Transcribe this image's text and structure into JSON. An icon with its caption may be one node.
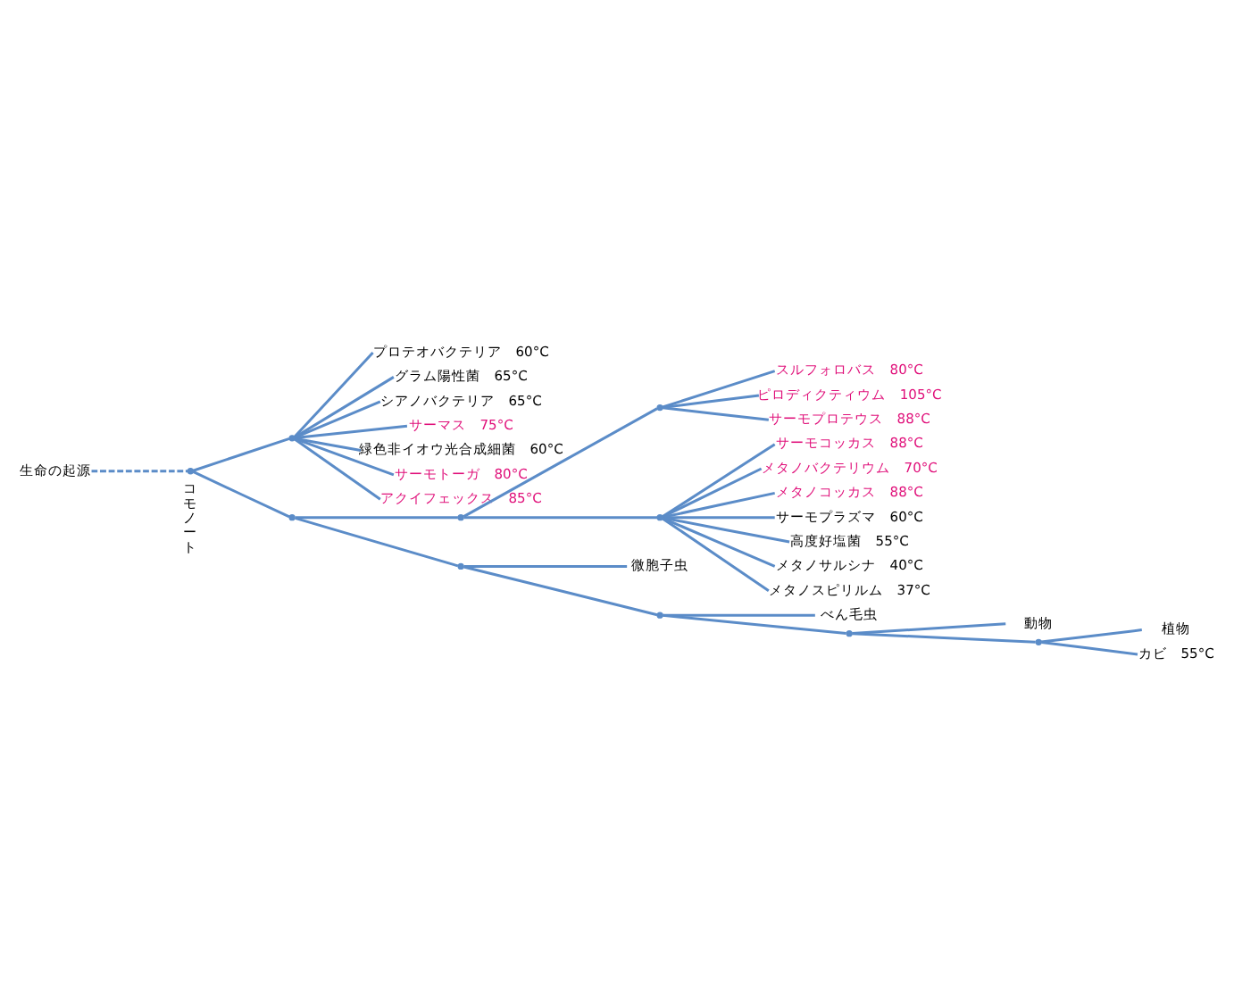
{
  "diagram": {
    "nodes": [
      {
        "text": [
          "生命の起源"
        ]
      },
      {
        "text": [],
        "shape": "point",
        "beside": [
          "コモノート"
        ]
      },
      {
        "text": [],
        "shape": "point"
      },
      {
        "text": [
          "プロテオバクテリア　60°C"
        ]
      },
      {
        "text": [
          "グラム陽性菌　65°C"
        ]
      },
      {
        "text": [
          "シアノバクテリア　65°C"
        ]
      },
      {
        "text": [
          "サーマス　75°C"
        ]
      },
      {
        "text": [
          "緑色非イオウ光合成細菌　60°C"
        ]
      },
      {
        "text": [
          "サーモトーガ　80°C"
        ]
      },
      {
        "text": [
          "アクイフェックス　85°C"
        ]
      },
      {
        "text": [],
        "shape": "point"
      },
      {
        "text": [],
        "shape": "point"
      },
      {
        "text": [],
        "shape": "point"
      },
      {
        "text": [
          "スルフォロバス　80°C"
        ]
      },
      {
        "text": [
          "ピロディクティウム　105°C"
        ]
      },
      {
        "text": [
          "サーモプロテウス　88°C"
        ]
      },
      {
        "text": [],
        "shape": "point"
      },
      {
        "text": [
          "サーモコッカス　88°C"
        ]
      },
      {
        "text": [
          "メタノバクテリウム　70°C"
        ]
      },
      {
        "text": [
          "メタノコッカス　88°C"
        ]
      },
      {
        "text": [
          "サーモプラズマ　60°C"
        ]
      },
      {
        "text": [
          "高度好塩菌　55°C"
        ]
      },
      {
        "text": [
          "メタノサルシナ　40°C"
        ]
      },
      {
        "text": [
          "メタノスピリルム　37°C"
        ]
      },
      {
        "text": [],
        "shape": "point"
      },
      {
        "text": [
          "微胞子虫"
        ]
      },
      {
        "text": [],
        "shape": "point"
      },
      {
        "text": [
          "べん毛虫"
        ]
      },
      {
        "text": [],
        "shape": "point"
      },
      {
        "text": [
          "動物"
        ]
      },
      {
        "text": [],
        "shape": "point"
      },
      {
        "text": [
          "植物"
        ]
      },
      {
        "text": [
          "カビ　55°C"
        ]
      }
    ],
    "edges": [
      {
        "from": 0,
        "to": 1,
        "arrow": "none",
        "style": "dashed"
      },
      {
        "from": 1,
        "to": 2,
        "arrow": "none"
      },
      {
        "from": 2,
        "to": 3,
        "arrow": "none"
      },
      {
        "from": 2,
        "to": 4,
        "arrow": "none"
      },
      {
        "from": 2,
        "to": 5,
        "arrow": "none"
      },
      {
        "from": 2,
        "to": 6,
        "arrow": "none"
      },
      {
        "from": 2,
        "to": 7,
        "arrow": "none"
      },
      {
        "from": 2,
        "to": 8,
        "arrow": "none"
      },
      {
        "from": 2,
        "to": 9,
        "arrow": "none"
      },
      {
        "from": 1,
        "to": 10,
        "arrow": "none"
      },
      {
        "from": 10,
        "to": 11,
        "arrow": "none"
      },
      {
        "from": 11,
        "to": 12,
        "arrow": "none"
      },
      {
        "from": 12,
        "to": 13,
        "arrow": "none"
      },
      {
        "from": 12,
        "to": 14,
        "arrow": "none"
      },
      {
        "from": 12,
        "to": 15,
        "arrow": "none"
      },
      {
        "from": 11,
        "to": 16,
        "arrow": "none"
      },
      {
        "from": 16,
        "to": 17,
        "arrow": "none"
      },
      {
        "from": 16,
        "to": 18,
        "arrow": "none"
      },
      {
        "from": 16,
        "to": 19,
        "arrow": "none"
      },
      {
        "from": 16,
        "to": 20,
        "arrow": "none"
      },
      {
        "from": 16,
        "to": 21,
        "arrow": "none"
      },
      {
        "from": 16,
        "to": 22,
        "arrow": "none"
      },
      {
        "from": 16,
        "to": 23,
        "arrow": "none"
      },
      {
        "from": 10,
        "to": 24,
        "arrow": "none"
      },
      {
        "from": 24,
        "to": 25,
        "arrow": "none"
      },
      {
        "from": 24,
        "to": 26,
        "arrow": "none"
      },
      {
        "from": 26,
        "to": 27,
        "arrow": "none"
      },
      {
        "from": 26,
        "to": 28,
        "arrow": "none"
      },
      {
        "from": 28,
        "to": 29,
        "arrow": "none"
      },
      {
        "from": 28,
        "to": 30,
        "arrow": "none"
      },
      {
        "from": 30,
        "to": 31,
        "arrow": "none"
      },
      {
        "from": 30,
        "to": 32,
        "arrow": "none"
      }
    ]
  }
}
